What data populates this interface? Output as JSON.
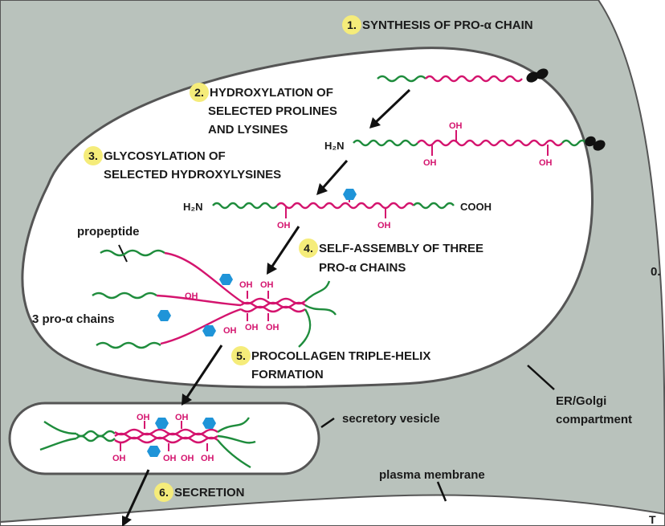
{
  "steps": [
    {
      "num": "1.",
      "line1": "SYNTHESIS OF PRO-α CHAIN"
    },
    {
      "num": "2.",
      "line1": "HYDROXYLATION OF",
      "line2": "SELECTED PROLINES",
      "line3": "AND LYSINES"
    },
    {
      "num": "3.",
      "line1": "GLYCOSYLATION OF",
      "line2": "SELECTED HYDROXYLYSINES"
    },
    {
      "num": "4.",
      "line1": "SELF-ASSEMBLY OF THREE",
      "line2": "PRO-α CHAINS"
    },
    {
      "num": "5.",
      "line1": "PROCOLLAGEN TRIPLE-HELIX",
      "line2": "FORMATION"
    },
    {
      "num": "6.",
      "line1": "SECRETION"
    }
  ],
  "labels": {
    "propeptide": "propeptide",
    "pro_alpha_chains": "3 pro-α chains",
    "secretory_vesicle": "secretory vesicle",
    "er_golgi_line1": "ER/Golgi",
    "er_golgi_line2": "compartment",
    "plasma_membrane": "plasma membrane",
    "edge_fragment": "0.",
    "edge_fragment_bottom": "T"
  },
  "chem": {
    "h2n": "H₂N",
    "cooh": "COOH",
    "oh": "OH"
  },
  "colors": {
    "cytoplasm": "#b9c2bc",
    "lumen": "#ffffff",
    "propeptide_chain": "#1e8c3c",
    "collagen_chain": "#d4146e",
    "sugar": "#1f94d8",
    "step_badge": "#f5ec7a"
  }
}
